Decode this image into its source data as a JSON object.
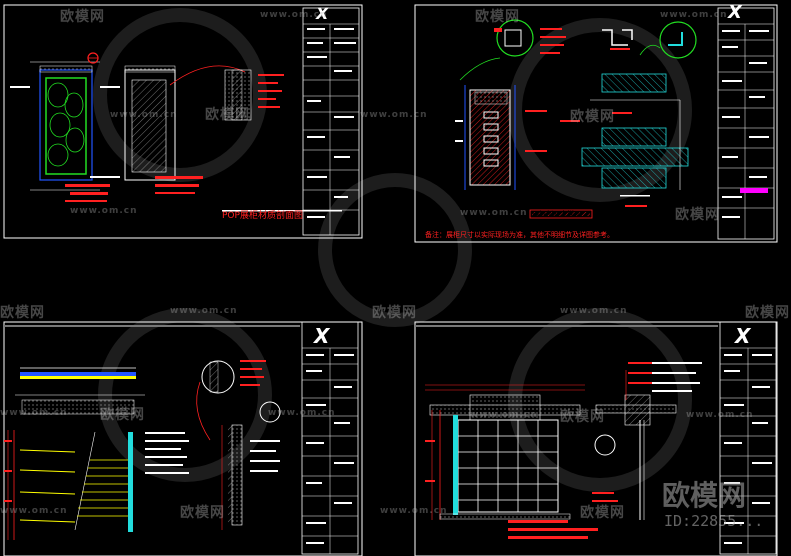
{
  "watermark": {
    "brand": "欧模网",
    "url": "www.om.cn",
    "id_text": "ID:22855..."
  },
  "logo_text": "X",
  "sheets": [
    {
      "caption": "POP展柜材质剖面图"
    },
    {
      "caption": "展柜剖面大样图",
      "note": "备注：展柜尺寸以实际现场为准，其他不明细节及详图参考。"
    },
    {
      "caption": ""
    },
    {
      "caption": ""
    }
  ],
  "colors": {
    "background": "#000000",
    "line_white": "#ffffff",
    "line_red": "#ff2020",
    "line_green": "#22dd22",
    "line_cyan": "#22dddd",
    "line_yellow": "#ffff00",
    "line_blue": "#2255ff",
    "magenta": "#ff00ff"
  }
}
